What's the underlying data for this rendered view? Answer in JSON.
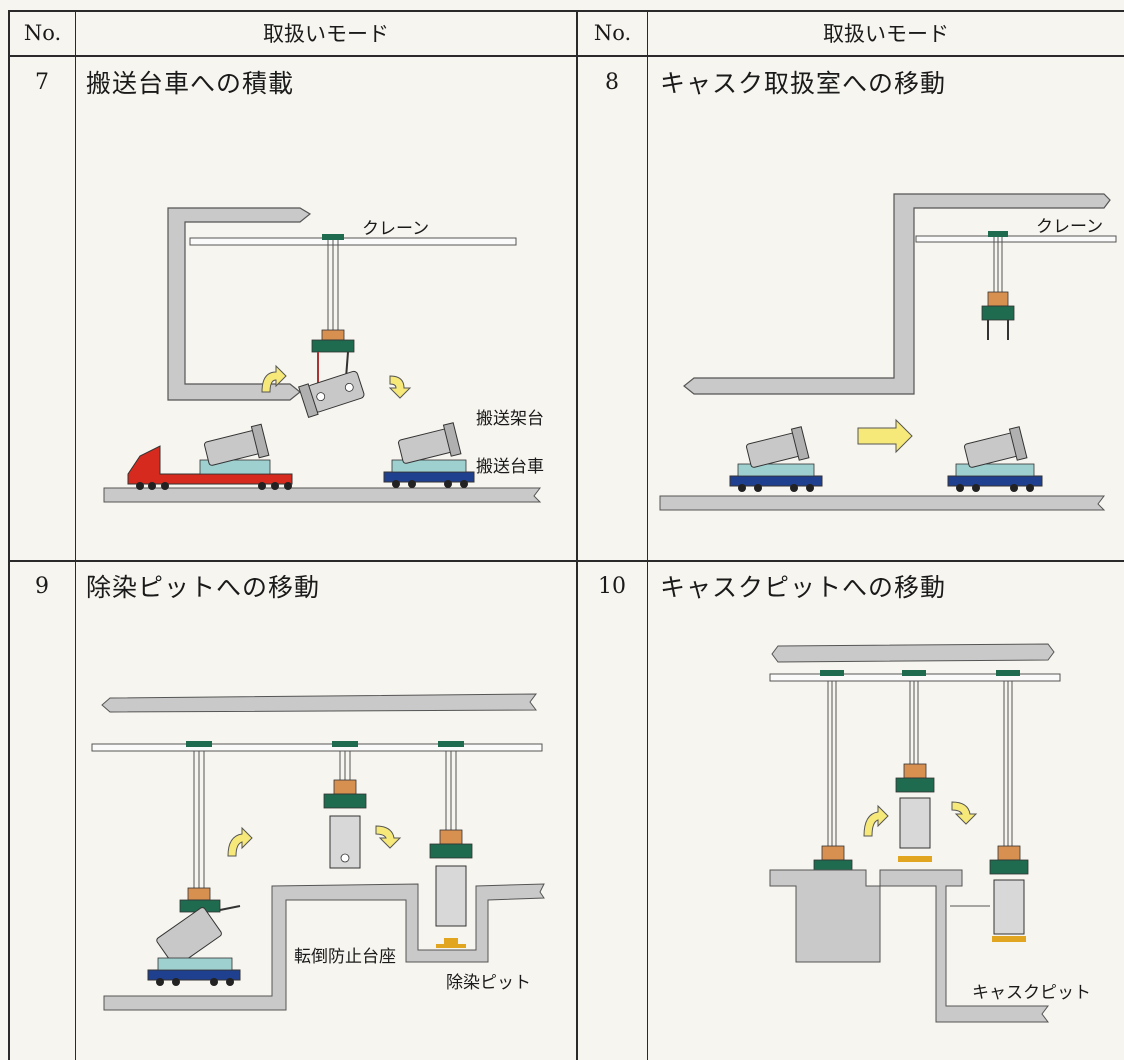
{
  "header": {
    "no_left": "No.",
    "mode_left": "取扱いモード",
    "no_right": "No.",
    "mode_right": "取扱いモード"
  },
  "panels": [
    {
      "number": "7",
      "title": "搬送台車への積載",
      "labels": {
        "crane": "クレーン",
        "frame": "搬送架台",
        "cart": "搬送台車"
      }
    },
    {
      "number": "8",
      "title": "キャスク取扱室への移動",
      "labels": {
        "crane": "クレーン"
      }
    },
    {
      "number": "9",
      "title": "除染ピットへの移動",
      "labels": {
        "pedestal": "転倒防止台座",
        "pit": "除染ピット"
      }
    },
    {
      "number": "10",
      "title": "キャスクピットへの移動",
      "labels": {
        "pit": "キャスクピット"
      }
    }
  ],
  "colors": {
    "structure": "#c9c9c9",
    "cart_blue": "#1f3f8f",
    "truck_red": "#d62a1e",
    "arrow_yellow": "#f6e97a",
    "hoist_green": "#1f6b4f",
    "pedestal_orange": "#e2a520"
  }
}
